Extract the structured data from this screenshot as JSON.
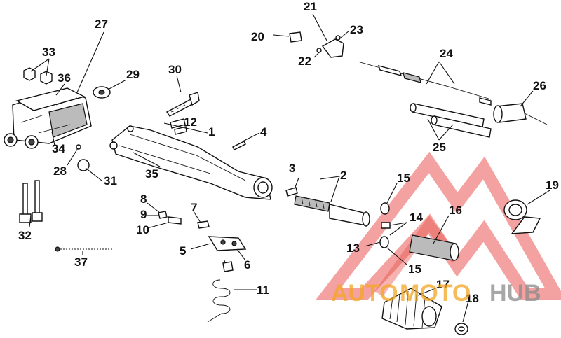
{
  "callouts": [
    {
      "id": "c1",
      "text": "1"
    },
    {
      "id": "c2",
      "text": "2"
    },
    {
      "id": "c3",
      "text": "3"
    },
    {
      "id": "c4",
      "text": "4"
    },
    {
      "id": "c5",
      "text": "5"
    },
    {
      "id": "c6",
      "text": "6"
    },
    {
      "id": "c7",
      "text": "7"
    },
    {
      "id": "c8",
      "text": "8"
    },
    {
      "id": "c9",
      "text": "9"
    },
    {
      "id": "c10",
      "text": "10"
    },
    {
      "id": "c11",
      "text": "11"
    },
    {
      "id": "c12",
      "text": "12"
    },
    {
      "id": "c13",
      "text": "13"
    },
    {
      "id": "c14",
      "text": "14"
    },
    {
      "id": "c15a",
      "text": "15"
    },
    {
      "id": "c15b",
      "text": "15"
    },
    {
      "id": "c16",
      "text": "16"
    },
    {
      "id": "c17",
      "text": "17"
    },
    {
      "id": "c18",
      "text": "18"
    },
    {
      "id": "c19",
      "text": "19"
    },
    {
      "id": "c20",
      "text": "20"
    },
    {
      "id": "c21",
      "text": "21"
    },
    {
      "id": "c22",
      "text": "22"
    },
    {
      "id": "c23",
      "text": "23"
    },
    {
      "id": "c24",
      "text": "24"
    },
    {
      "id": "c25",
      "text": "25"
    },
    {
      "id": "c26",
      "text": "26"
    },
    {
      "id": "c27",
      "text": "27"
    },
    {
      "id": "c28",
      "text": "28"
    },
    {
      "id": "c29",
      "text": "29"
    },
    {
      "id": "c30",
      "text": "30"
    },
    {
      "id": "c31",
      "text": "31"
    },
    {
      "id": "c32",
      "text": "32"
    },
    {
      "id": "c33",
      "text": "33"
    },
    {
      "id": "c34",
      "text": "34"
    },
    {
      "id": "c35",
      "text": "35"
    },
    {
      "id": "c36",
      "text": "36"
    },
    {
      "id": "c37",
      "text": "37"
    }
  ],
  "watermark": {
    "auto": "AUTO",
    "moto": "MOTO",
    "hub": "HUB",
    "colors": {
      "red": "#e53935",
      "orange": "#f5a623",
      "gray": "#8a8a8a"
    }
  }
}
